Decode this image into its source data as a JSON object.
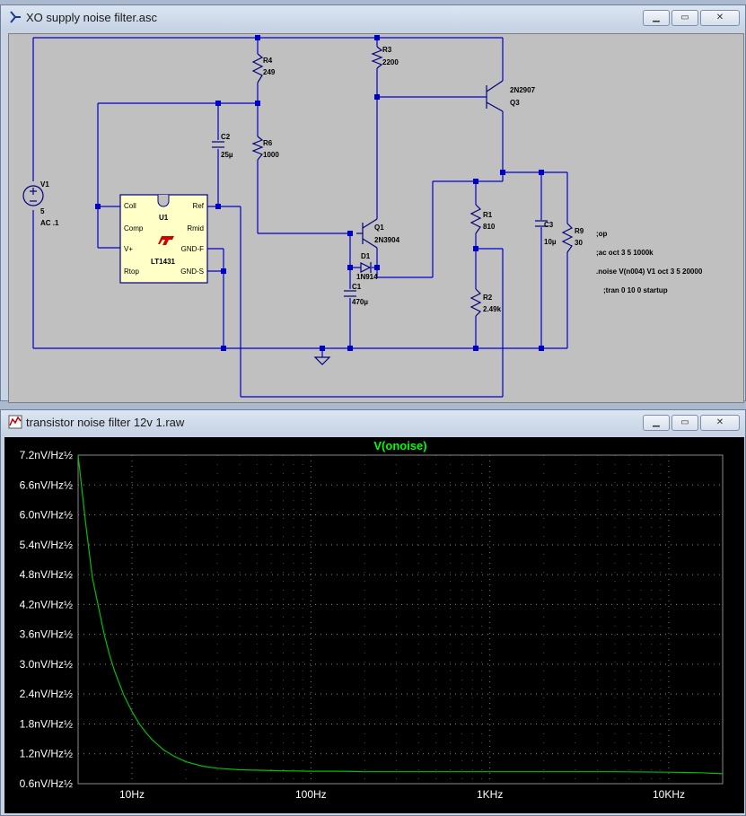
{
  "schematic_window": {
    "title": "XO supply noise filter.asc",
    "buttons": {
      "minimize": "▁",
      "maximize": "▭",
      "close": "✕"
    },
    "components": {
      "v1": {
        "name": "V1",
        "value": "5",
        "ac": "AC .1"
      },
      "u1": {
        "name": "U1",
        "part": "LT1431",
        "logo": "LT",
        "pins": [
          "Coll",
          "Comp",
          "V+",
          "Rtop",
          "Ref",
          "Rmid",
          "GND-F",
          "GND-S"
        ]
      },
      "r4": {
        "name": "R4",
        "value": "249"
      },
      "r6": {
        "name": "R6",
        "value": "1000"
      },
      "c2": {
        "name": "C2",
        "value": "25µ"
      },
      "r3": {
        "name": "R3",
        "value": "2200"
      },
      "q3": {
        "name": "Q3",
        "part": "2N2907"
      },
      "q1": {
        "name": "Q1",
        "part": "2N3904"
      },
      "d1": {
        "name": "D1",
        "part": "1N914"
      },
      "c1": {
        "name": "C1",
        "value": "470µ"
      },
      "r1": {
        "name": "R1",
        "value": "810"
      },
      "r2": {
        "name": "R2",
        "value": "2.49k"
      },
      "c3": {
        "name": "C3",
        "value": "10µ"
      },
      "r9": {
        "name": "R9",
        "value": "30"
      }
    },
    "directives": [
      ";op",
      ";ac oct 3 5 1000k",
      ".noise V(n004) V1 oct 3 5 20000",
      ";tran 0 10 0 startup"
    ]
  },
  "plot_window": {
    "title": "transistor noise filter 12v 1.raw",
    "buttons": {
      "minimize": "▁",
      "maximize": "▭",
      "close": "✕"
    },
    "colors": {
      "background": "#000000",
      "trace": "#00c000",
      "grid": "#8a8a8a",
      "labels": "#ffffff",
      "title": "#00ff00"
    }
  },
  "chart_data": {
    "type": "line",
    "title": "V(onoise)",
    "xscale": "log",
    "xlim": [
      5,
      20000
    ],
    "ylim": [
      0.6,
      7.2
    ],
    "xticks": [
      "10Hz",
      "100Hz",
      "1KHz",
      "10KHz"
    ],
    "yticks": [
      "7.2nV/Hz½",
      "6.6nV/Hz½",
      "6.0nV/Hz½",
      "5.4nV/Hz½",
      "4.8nV/Hz½",
      "4.2nV/Hz½",
      "3.6nV/Hz½",
      "3.0nV/Hz½",
      "2.4nV/Hz½",
      "1.8nV/Hz½",
      "1.2nV/Hz½",
      "0.6nV/Hz½"
    ],
    "series": [
      {
        "name": "V(onoise)",
        "x": [
          5,
          5.5,
          6,
          6.5,
          7,
          7.5,
          8,
          9,
          10,
          11,
          12,
          13,
          15,
          17,
          20,
          25,
          30,
          40,
          50,
          70,
          100,
          150,
          200,
          300,
          500,
          1000,
          2000,
          5000,
          10000,
          15000,
          20000
        ],
        "y": [
          7.2,
          5.85,
          4.75,
          4.15,
          3.6,
          3.18,
          2.86,
          2.38,
          2.05,
          1.8,
          1.62,
          1.48,
          1.28,
          1.16,
          1.04,
          0.95,
          0.91,
          0.88,
          0.87,
          0.86,
          0.85,
          0.85,
          0.84,
          0.84,
          0.84,
          0.84,
          0.84,
          0.84,
          0.83,
          0.82,
          0.8
        ]
      }
    ]
  }
}
